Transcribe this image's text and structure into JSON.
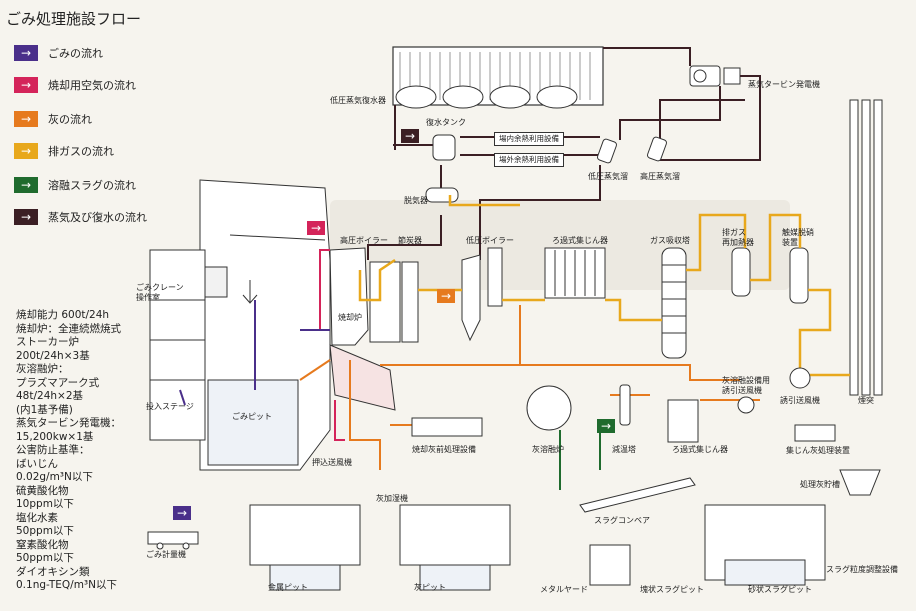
{
  "title": "ごみ処理施設フロー",
  "legend": [
    {
      "label": "ごみの流れ",
      "color": "#4a2f8a"
    },
    {
      "label": "焼却用空気の流れ",
      "color": "#d4245a"
    },
    {
      "label": "灰の流れ",
      "color": "#e67a1e"
    },
    {
      "label": "排ガスの流れ",
      "color": "#e8a81c"
    },
    {
      "label": "溶融スラグの流れ",
      "color": "#1f6b2e"
    },
    {
      "label": "蒸気及び復水の流れ",
      "color": "#3b1f24"
    }
  ],
  "arrow_glyph": "→",
  "specs": [
    "焼却能力 600t/24h",
    "焼却炉：全連続燃焼式",
    "ストーカー炉",
    "200t/24h×3基",
    "灰溶融炉：",
    "プラズマアーク式",
    "48t/24h×2基",
    "(内1基予備)",
    "蒸気タービン発電機：",
    "15,200kw×1基",
    "公害防止基準：",
    "ばいじん",
    "0.02g/m³N以下",
    "硫黄酸化物",
    "10ppm以下",
    "塩化水素",
    "50ppm以下",
    "窒素酸化物",
    "50ppm以下",
    "ダイオキシン類",
    "0.1ng-TEQ/m³N以下"
  ],
  "labels": {
    "low_pressure_condenser": "低圧蒸気復水器",
    "turbine_generator": "蒸気タービン発電機",
    "condensate_tank": "復水タンク",
    "onsite_heat": "場内余熱利用設備",
    "offsite_heat": "場外余熱利用設備",
    "low_pressure_header": "低圧蒸気溜",
    "high_pressure_header": "高圧蒸気溜",
    "deaerator": "脱気器",
    "high_pressure_boiler": "高圧ボイラー",
    "economizer": "節炭器",
    "low_pressure_boiler": "低圧ボイラー",
    "bag_filter_1": "ろ過式集じん器",
    "gas_scrubber": "ガス吸収塔",
    "flue_gas_reheater": "排ガス\n再加熱器",
    "catalytic_denox": "触媒脱硝\n装置",
    "crane_room": "ごみクレーン\n操作室",
    "incinerator": "焼却炉",
    "refuse_pit": "ごみピット",
    "input_stage": "投入ステージ",
    "primary_air_fan": "押込送風機",
    "pre_treatment": "焼却灰前処理設備",
    "ash_melting_furnace": "灰溶融炉",
    "cooling_tower": "減温塔",
    "bag_filter_2": "ろ過式集じん器",
    "melting_induced_fan": "灰溶融設備用\n誘引送風機",
    "induced_fan": "誘引送風機",
    "stack": "煙突",
    "fly_ash_treatment": "集じん灰処理装置",
    "treated_ash_hopper": "処理灰貯槽",
    "ash_hopper": "灰加湿機",
    "slag_conveyor": "スラグコンベア",
    "metal_pit": "金属ピット",
    "ash_pit": "灰ピット",
    "metal_yard": "メタルヤード",
    "water_slag": "塊状スラグピット",
    "sand_slag": "砂状スラグピット",
    "slag_grading": "スラグ粒度調整設備",
    "weighbridge": "ごみ計量機"
  }
}
